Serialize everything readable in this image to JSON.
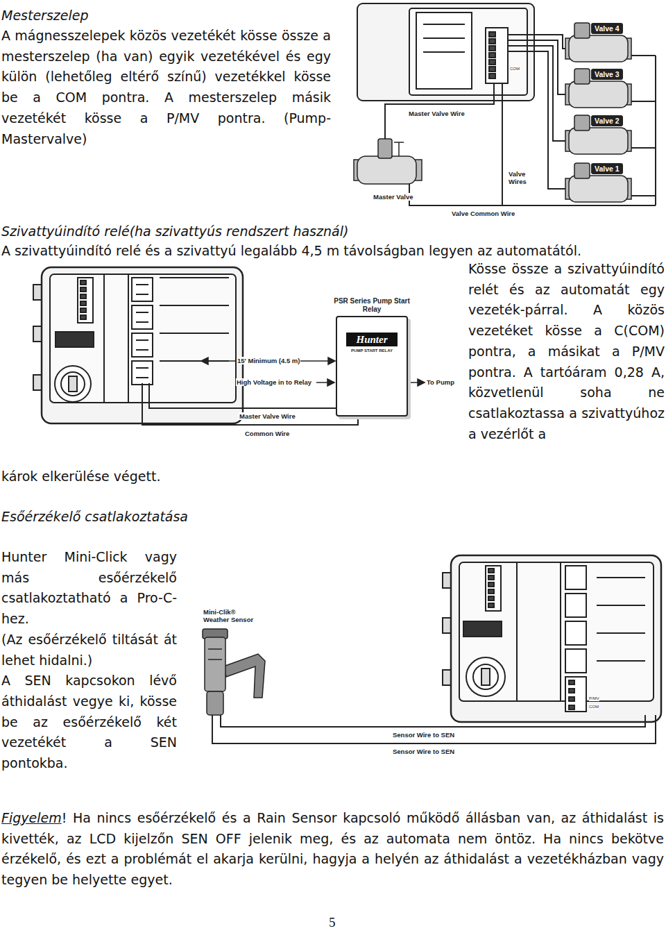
{
  "diagram": {
    "nodes": [
      {
        "text": [
          "Valve 4"
        ]
      },
      {
        "text": [
          "Valve 3"
        ]
      },
      {
        "text": [
          "Valve 2"
        ]
      },
      {
        "text": [
          "Valve 1"
        ]
      },
      {
        "text": [
          "PSR Series Pump Start Relay",
          "Hunter",
          "PUMP START RELAY"
        ]
      }
    ],
    "labels": [
      "Mesterszelep",
      "A mágnesszelepek közös vezetékét kösse össze a mesterszelep (ha van) egyik vezetékével és egy külön (lehetőleg eltérő színű) vezetékkel kösse be a COM pontra. A mesterszelep másik vezetékét kösse a P/MV pontra. (Pump-Mastervalve)",
      "Master Valve Wire",
      "Valve Wires",
      "Master Valve",
      "Valve Common Wire",
      "COM",
      "Szivattyúindító relé(ha szivattyús rendszert használ)",
      "A szivattyúindító relé és a szivattyú legalább 4,5 m távolságban legyen az automatától.",
      "Kösse össze a szivattyúindító relét és az automatát egy vezeték-párral. A közös vezetéket kösse a C(COM) pontra, a másikat a P/MV pontra. A tartóáram 0,28 A, közvetlenül soha ne csatlakoztassa a szivattyúhoz a vezérlőt a",
      "15' Minimum (4.5 m)",
      "High Voltage in to Relay",
      "To Pump",
      "Master Valve Wire",
      "Common Wire",
      "károk elkerülése végett.",
      "Esőérzékelő csatlakoztatása",
      "Hunter Mini-Click vagy más esőérzékelő csatlakoztatható a Pro-C-hez.",
      "(Az esőérzékelő tiltását át lehet hidalni.)",
      "A SEN kapcsokon lévő áthidalást vegye ki, kösse be az esőérzékelő két vezetékét a SEN pontokba.",
      "Mini-Clik® Weather Sensor",
      "P/MV",
      "COM",
      "Sensor Wire to SEN",
      "Sensor Wire to SEN",
      "Figyelem",
      "! Ha nincs esőérzékelő és a Rain Sensor kapcsoló működő állásban van, az áthidalást is kivették, az LCD kijelzőn SEN OFF jelenik meg, és az automata nem öntöz. Ha nincs bekötve érzékelő, és ezt a problémát el akarja kerülni, hagyja a helyén az áthidalást a vezetékházban vagy tegyen be helyette egyet.",
      "5"
    ]
  }
}
